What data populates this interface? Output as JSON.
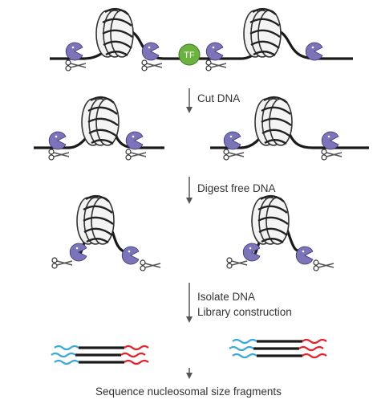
{
  "diagram": {
    "tf_label": "TF",
    "steps": [
      {
        "lines": [
          "Cut DNA"
        ]
      },
      {
        "lines": [
          "Digest free DNA"
        ]
      },
      {
        "lines": [
          "Isolate DNA",
          "Library construction"
        ]
      }
    ],
    "final_label": "Sequence nucleosomal size fragments",
    "colors": {
      "dna": "#1a1a1a",
      "nuclease": "#7b74b8",
      "nucleosome_fill": "#f2f2f2",
      "nucleosome_stroke": "#333333",
      "tf": "#6bb240",
      "adapter_left": "#39a9d9",
      "adapter_right": "#e2222a",
      "arrow": "#555555"
    }
  }
}
